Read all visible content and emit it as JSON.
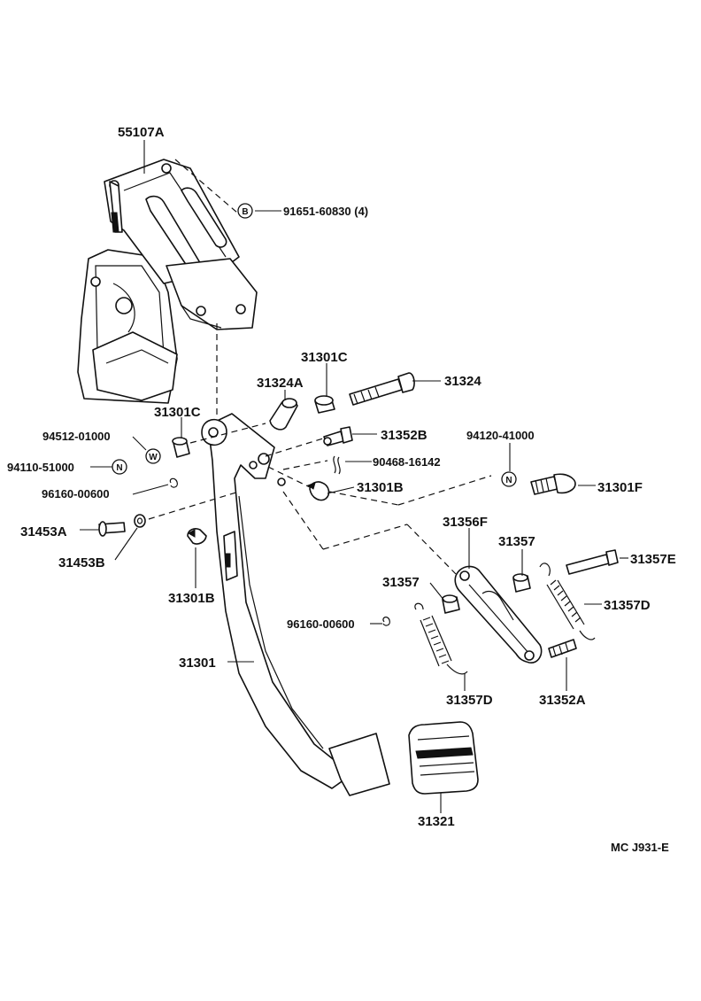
{
  "labels": {
    "l55107a": "55107A",
    "l91651": "91651-60830 (4)",
    "l31301c_top": "31301C",
    "l31324a": "31324A",
    "l31324": "31324",
    "l31301c_left": "31301C",
    "l94512": "94512-01000",
    "l31352b": "31352B",
    "l94120": "94120-41000",
    "l94110": "94110-51000",
    "l90468": "90468-16142",
    "l96160_a": "96160-00600",
    "l31301b_right": "31301B",
    "l31301f": "31301F",
    "l31453a": "31453A",
    "l31356f": "31356F",
    "l31357_right": "31357",
    "l31453b": "31453B",
    "l31357e": "31357E",
    "l31301b_left": "31301B",
    "l31357_left": "31357",
    "l31357d_right": "31357D",
    "l96160_b": "96160-00600",
    "l31301": "31301",
    "l31357d_bottom": "31357D",
    "l31352a": "31352A",
    "l31321": "31321",
    "footer_code": "MC J931-E"
  },
  "symbols": {
    "b": "B",
    "w": "W",
    "n_left": "N",
    "n_right": "N"
  }
}
